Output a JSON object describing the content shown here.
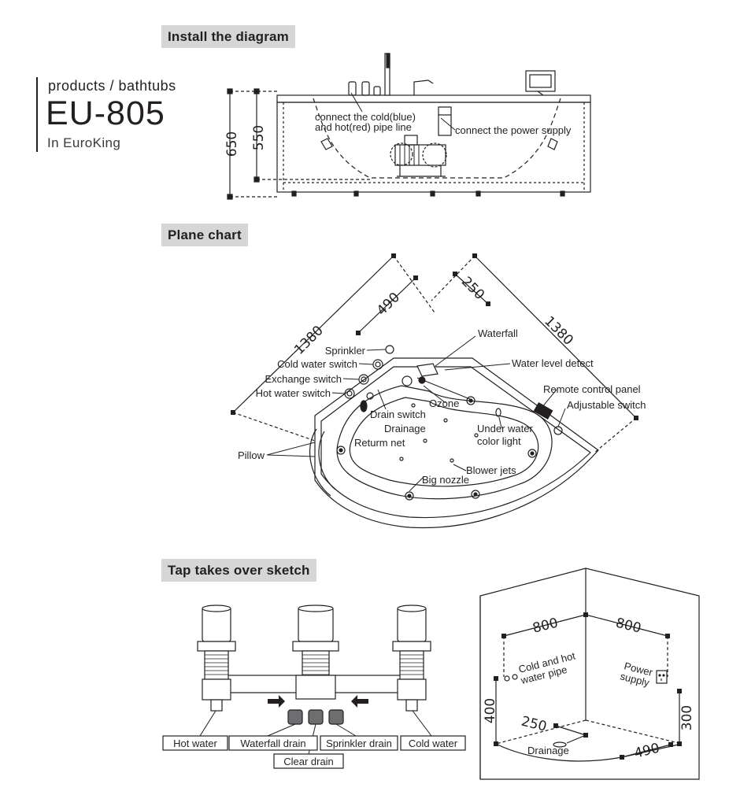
{
  "sections": {
    "install": "Install the diagram",
    "plane": "Plane chart",
    "tap": "Tap takes over sketch"
  },
  "brand": {
    "category": "products / bathtubs",
    "model": "EU-805",
    "maker": "In EuroKing"
  },
  "install": {
    "pipe_note_line1": "connect the cold(blue)",
    "pipe_note_line2": "and hot(red) pipe line",
    "power_note": "connect the power supply",
    "dim_total_height": "650",
    "dim_tub_height": "550"
  },
  "plane": {
    "dims": {
      "side_left": "1380",
      "side_right": "1380",
      "inner": "490",
      "corner": "250"
    },
    "labels": {
      "sprinkler": "Sprinkler",
      "cold_water_switch": "Cold water switch",
      "exchange_switch": "Exchange switch",
      "hot_water_switch": "Hot water switch",
      "pillow": "Pillow",
      "waterfall": "Waterfall",
      "water_level_detect": "Water level detect",
      "remote_control_panel": "Remote control panel",
      "adjustable_switch": "Adjustable switch",
      "ozone": "Ozone",
      "drain_switch": "Drain switch",
      "drainage": "Drainage",
      "under_water_1": "Under water",
      "under_water_2": "color light",
      "return_net": "Returm net",
      "blower_jets": "Blower jets",
      "big_nozzle": "Big nozzle"
    }
  },
  "tap": {
    "hot_water": "Hot water",
    "waterfall_drain": "Waterfall drain",
    "sprinkler_drain": "Sprinkler drain",
    "cold_water": "Cold water",
    "clear_drain": "Clear drain"
  },
  "room": {
    "dim_left": "800",
    "dim_right": "800",
    "dim_wall_height": "400",
    "dim_power_height": "300",
    "dim_drain_x": "250",
    "dim_drain_y": "490",
    "cold_hot_1": "Cold and hot",
    "cold_hot_2": "water pipe",
    "power_1": "Power",
    "power_2": "supply",
    "drainage": "Drainage"
  }
}
